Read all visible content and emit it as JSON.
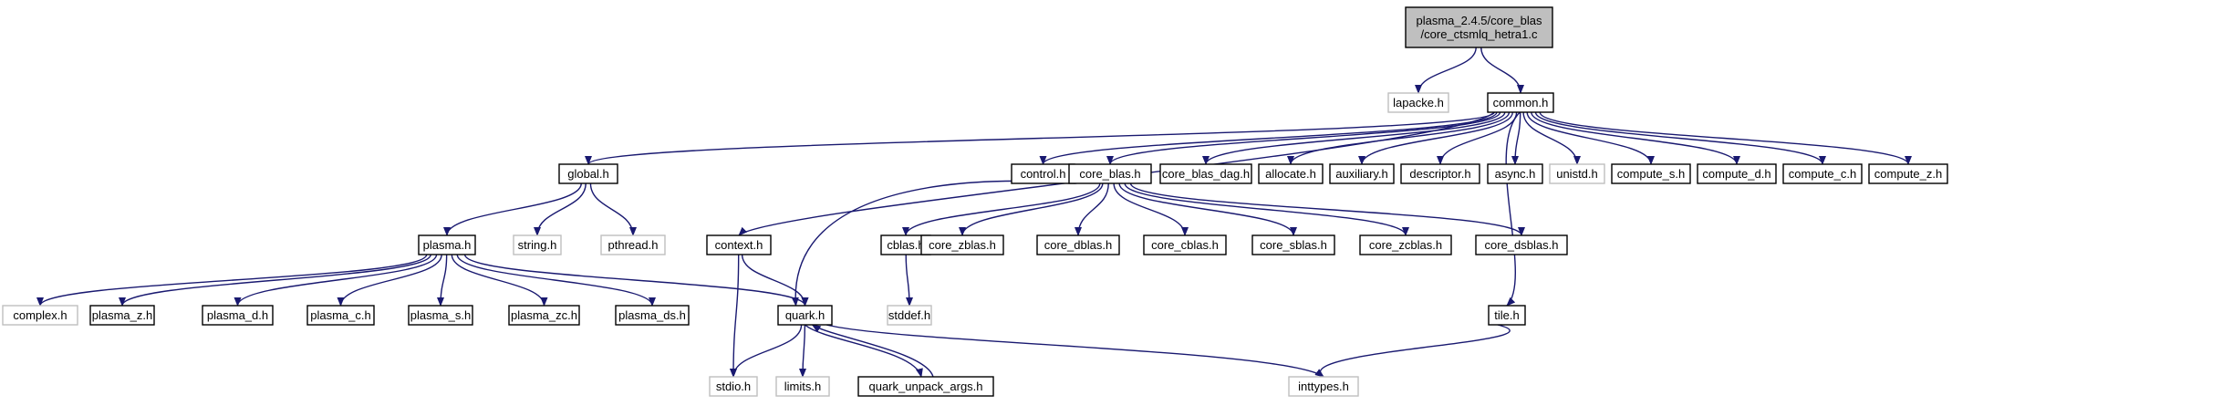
{
  "graph": {
    "edge_color": "#191970",
    "node_colors": {
      "root_fill": "#bfbfbf",
      "normal_stroke": "#000000",
      "external_stroke": "#bfbfbf",
      "fill": "#ffffff"
    },
    "nodes": [
      {
        "id": "root",
        "lines": [
          "plasma_2.4.5/core_blas",
          "/core_ctsmlq_hetra1.c"
        ],
        "style": "root"
      },
      {
        "id": "lapacke",
        "lines": [
          "lapacke.h"
        ],
        "style": "external"
      },
      {
        "id": "common",
        "lines": [
          "common.h"
        ],
        "style": "normal"
      },
      {
        "id": "global",
        "lines": [
          "global.h"
        ],
        "style": "normal"
      },
      {
        "id": "control",
        "lines": [
          "control.h"
        ],
        "style": "normal"
      },
      {
        "id": "core_blas",
        "lines": [
          "core_blas.h"
        ],
        "style": "normal"
      },
      {
        "id": "core_blas_dag",
        "lines": [
          "core_blas_dag.h"
        ],
        "style": "normal"
      },
      {
        "id": "allocate",
        "lines": [
          "allocate.h"
        ],
        "style": "normal"
      },
      {
        "id": "auxiliary",
        "lines": [
          "auxiliary.h"
        ],
        "style": "normal"
      },
      {
        "id": "descriptor",
        "lines": [
          "descriptor.h"
        ],
        "style": "normal"
      },
      {
        "id": "async",
        "lines": [
          "async.h"
        ],
        "style": "normal"
      },
      {
        "id": "unistd",
        "lines": [
          "unistd.h"
        ],
        "style": "external"
      },
      {
        "id": "compute_s",
        "lines": [
          "compute_s.h"
        ],
        "style": "normal"
      },
      {
        "id": "compute_d",
        "lines": [
          "compute_d.h"
        ],
        "style": "normal"
      },
      {
        "id": "compute_c",
        "lines": [
          "compute_c.h"
        ],
        "style": "normal"
      },
      {
        "id": "compute_z",
        "lines": [
          "compute_z.h"
        ],
        "style": "normal"
      },
      {
        "id": "plasma",
        "lines": [
          "plasma.h"
        ],
        "style": "normal"
      },
      {
        "id": "string",
        "lines": [
          "string.h"
        ],
        "style": "external"
      },
      {
        "id": "pthread",
        "lines": [
          "pthread.h"
        ],
        "style": "external"
      },
      {
        "id": "context",
        "lines": [
          "context.h"
        ],
        "style": "normal"
      },
      {
        "id": "cblas",
        "lines": [
          "cblas.h"
        ],
        "style": "normal"
      },
      {
        "id": "core_zblas",
        "lines": [
          "core_zblas.h"
        ],
        "style": "normal"
      },
      {
        "id": "core_dblas",
        "lines": [
          "core_dblas.h"
        ],
        "style": "normal"
      },
      {
        "id": "core_cblas",
        "lines": [
          "core_cblas.h"
        ],
        "style": "normal"
      },
      {
        "id": "core_sblas",
        "lines": [
          "core_sblas.h"
        ],
        "style": "normal"
      },
      {
        "id": "core_zcblas",
        "lines": [
          "core_zcblas.h"
        ],
        "style": "normal"
      },
      {
        "id": "core_dsblas",
        "lines": [
          "core_dsblas.h"
        ],
        "style": "normal"
      },
      {
        "id": "stddef",
        "lines": [
          "stddef.h"
        ],
        "style": "external"
      },
      {
        "id": "complex",
        "lines": [
          "complex.h"
        ],
        "style": "external"
      },
      {
        "id": "plasma_z",
        "lines": [
          "plasma_z.h"
        ],
        "style": "normal"
      },
      {
        "id": "plasma_d",
        "lines": [
          "plasma_d.h"
        ],
        "style": "normal"
      },
      {
        "id": "plasma_c",
        "lines": [
          "plasma_c.h"
        ],
        "style": "normal"
      },
      {
        "id": "plasma_s",
        "lines": [
          "plasma_s.h"
        ],
        "style": "normal"
      },
      {
        "id": "plasma_zc",
        "lines": [
          "plasma_zc.h"
        ],
        "style": "normal"
      },
      {
        "id": "plasma_ds",
        "lines": [
          "plasma_ds.h"
        ],
        "style": "normal"
      },
      {
        "id": "quark",
        "lines": [
          "quark.h"
        ],
        "style": "normal"
      },
      {
        "id": "tile",
        "lines": [
          "tile.h"
        ],
        "style": "normal"
      },
      {
        "id": "stdio",
        "lines": [
          "stdio.h"
        ],
        "style": "external"
      },
      {
        "id": "limits",
        "lines": [
          "limits.h"
        ],
        "style": "external"
      },
      {
        "id": "quark_unpack_args",
        "lines": [
          "quark_unpack_args.h"
        ],
        "style": "normal"
      },
      {
        "id": "inttypes",
        "lines": [
          "inttypes.h"
        ],
        "style": "external"
      }
    ],
    "edges": [
      [
        "root",
        "lapacke"
      ],
      [
        "root",
        "common"
      ],
      [
        "common",
        "global"
      ],
      [
        "common",
        "control"
      ],
      [
        "common",
        "core_blas"
      ],
      [
        "common",
        "core_blas_dag"
      ],
      [
        "common",
        "allocate"
      ],
      [
        "common",
        "auxiliary"
      ],
      [
        "common",
        "descriptor"
      ],
      [
        "common",
        "async"
      ],
      [
        "common",
        "unistd"
      ],
      [
        "common",
        "compute_s"
      ],
      [
        "common",
        "compute_d"
      ],
      [
        "common",
        "compute_c"
      ],
      [
        "common",
        "compute_z"
      ],
      [
        "common",
        "context"
      ],
      [
        "common",
        "tile"
      ],
      [
        "global",
        "plasma"
      ],
      [
        "global",
        "string"
      ],
      [
        "global",
        "pthread"
      ],
      [
        "plasma",
        "complex"
      ],
      [
        "plasma",
        "plasma_z"
      ],
      [
        "plasma",
        "plasma_d"
      ],
      [
        "plasma",
        "plasma_c"
      ],
      [
        "plasma",
        "plasma_s"
      ],
      [
        "plasma",
        "plasma_zc"
      ],
      [
        "plasma",
        "plasma_ds"
      ],
      [
        "plasma",
        "quark"
      ],
      [
        "core_blas",
        "quark"
      ],
      [
        "core_blas",
        "cblas"
      ],
      [
        "core_blas",
        "core_zblas"
      ],
      [
        "core_blas",
        "core_dblas"
      ],
      [
        "core_blas",
        "core_cblas"
      ],
      [
        "core_blas",
        "core_sblas"
      ],
      [
        "core_blas",
        "core_zcblas"
      ],
      [
        "core_blas",
        "core_dsblas"
      ],
      [
        "cblas",
        "stddef"
      ],
      [
        "context",
        "quark"
      ],
      [
        "context",
        "stdio"
      ],
      [
        "quark",
        "stdio"
      ],
      [
        "quark",
        "limits"
      ],
      [
        "quark",
        "quark_unpack_args"
      ],
      [
        "quark",
        "inttypes"
      ],
      [
        "quark_unpack_args",
        "quark"
      ],
      [
        "tile",
        "inttypes"
      ]
    ]
  }
}
